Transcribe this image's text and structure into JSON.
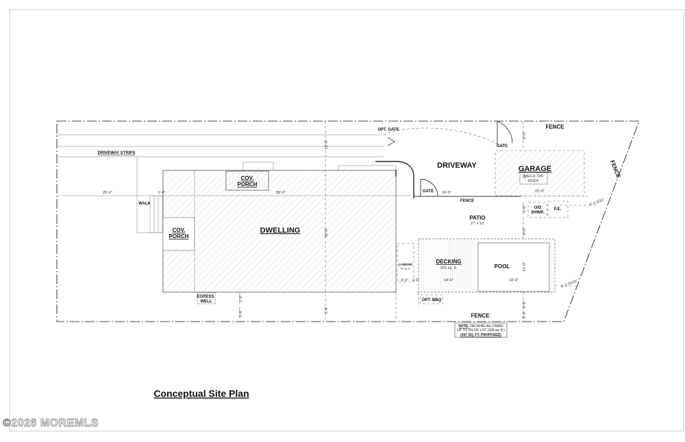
{
  "title": "Conceptual Site Plan",
  "watermark": "©2026 MOREMLS",
  "labels": {
    "dwelling": "DWELLING",
    "cov_porch_top_1": "COV.",
    "cov_porch_top_2": "PORCH",
    "cov_porch_left_1": "COV.",
    "cov_porch_left_2": "PORCH",
    "driveway": "DRIVEWAY",
    "garage": "GARAGE",
    "mech_1": "MECH. ON",
    "mech_2": "ROOF",
    "patio": "PATIO",
    "patio_size": "27' x 10'",
    "decking": "DECKING",
    "decking_area": "253 sq. ft.",
    "pool": "POOL",
    "landing": "LANDING",
    "landing_area": "34 sq. ft.",
    "opt_bbq": "OPT. BBQ",
    "od_shwr_1": "O/D",
    "od_shwr_2": "SHWR.",
    "pe": "P.E.",
    "egress_1": "EGRESS",
    "egress_2": "WELL",
    "walk": "WALK",
    "driveway_strips": "DRIVEWAY STRIPS",
    "opt_gate": "OPT. GATE",
    "gate_top": "GATE",
    "gate_mid": "GATE",
    "fence_top": "FENCE",
    "fence_right": "FENCE",
    "fence_mid": "FENCE",
    "fence_bottom": "FENCE"
  },
  "note": {
    "line1_prefix": "NOTE:",
    "line1_rest": " DECKING ALLOWED",
    "line2": "UP TO 5% OF LOT (339 sq. ft.)",
    "line3": "(307 SQ. FT. PROPOSED)"
  },
  "dimensions": {
    "d_25_6": "25'-6\"",
    "d_1_0": "1'-0\"",
    "d_58_0": "58'-0\"",
    "d_24_5": "24'-5\"",
    "d_22_0": "22'-0\"",
    "d_14_6": "14'-6\"",
    "d_18_0": "18'-0\"",
    "d_4_0": "4'-0\"",
    "d_1_6": "1'-6\"",
    "d_6_3_top": "6'-3 3/32\"",
    "d_6_3_bot": "6'-3 25/32\"",
    "v_12_0_top": "12'-0\"",
    "v_30_0": "30'-0\"",
    "v_5_4": "5'-4\"",
    "v_2_0": "2'-0\"",
    "v_3_6": "3'-6\"",
    "v_garage": "22'-0\"",
    "v_5_0": "5'-0\"",
    "v_8_0": "8'-0\"",
    "v_12_0_pool": "12'-0\"",
    "v_5_0_bot": "5'-0\"",
    "v_6_0": "6'-0\"",
    "v_5_0_b2": "5'-0\""
  }
}
